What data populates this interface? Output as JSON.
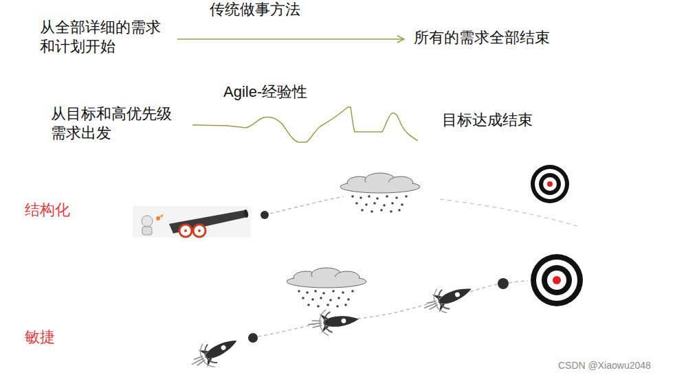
{
  "diagram": {
    "labels": [
      "传统做事方法",
      "从全部详细的需求 和计划开始",
      "所有的需求全部结束",
      "Agile-经验性",
      "从目标和高优先级 需求出发",
      "目标达成结束",
      "结构化",
      "敏捷",
      "CSDN @Xiaowu2048"
    ]
  }
}
